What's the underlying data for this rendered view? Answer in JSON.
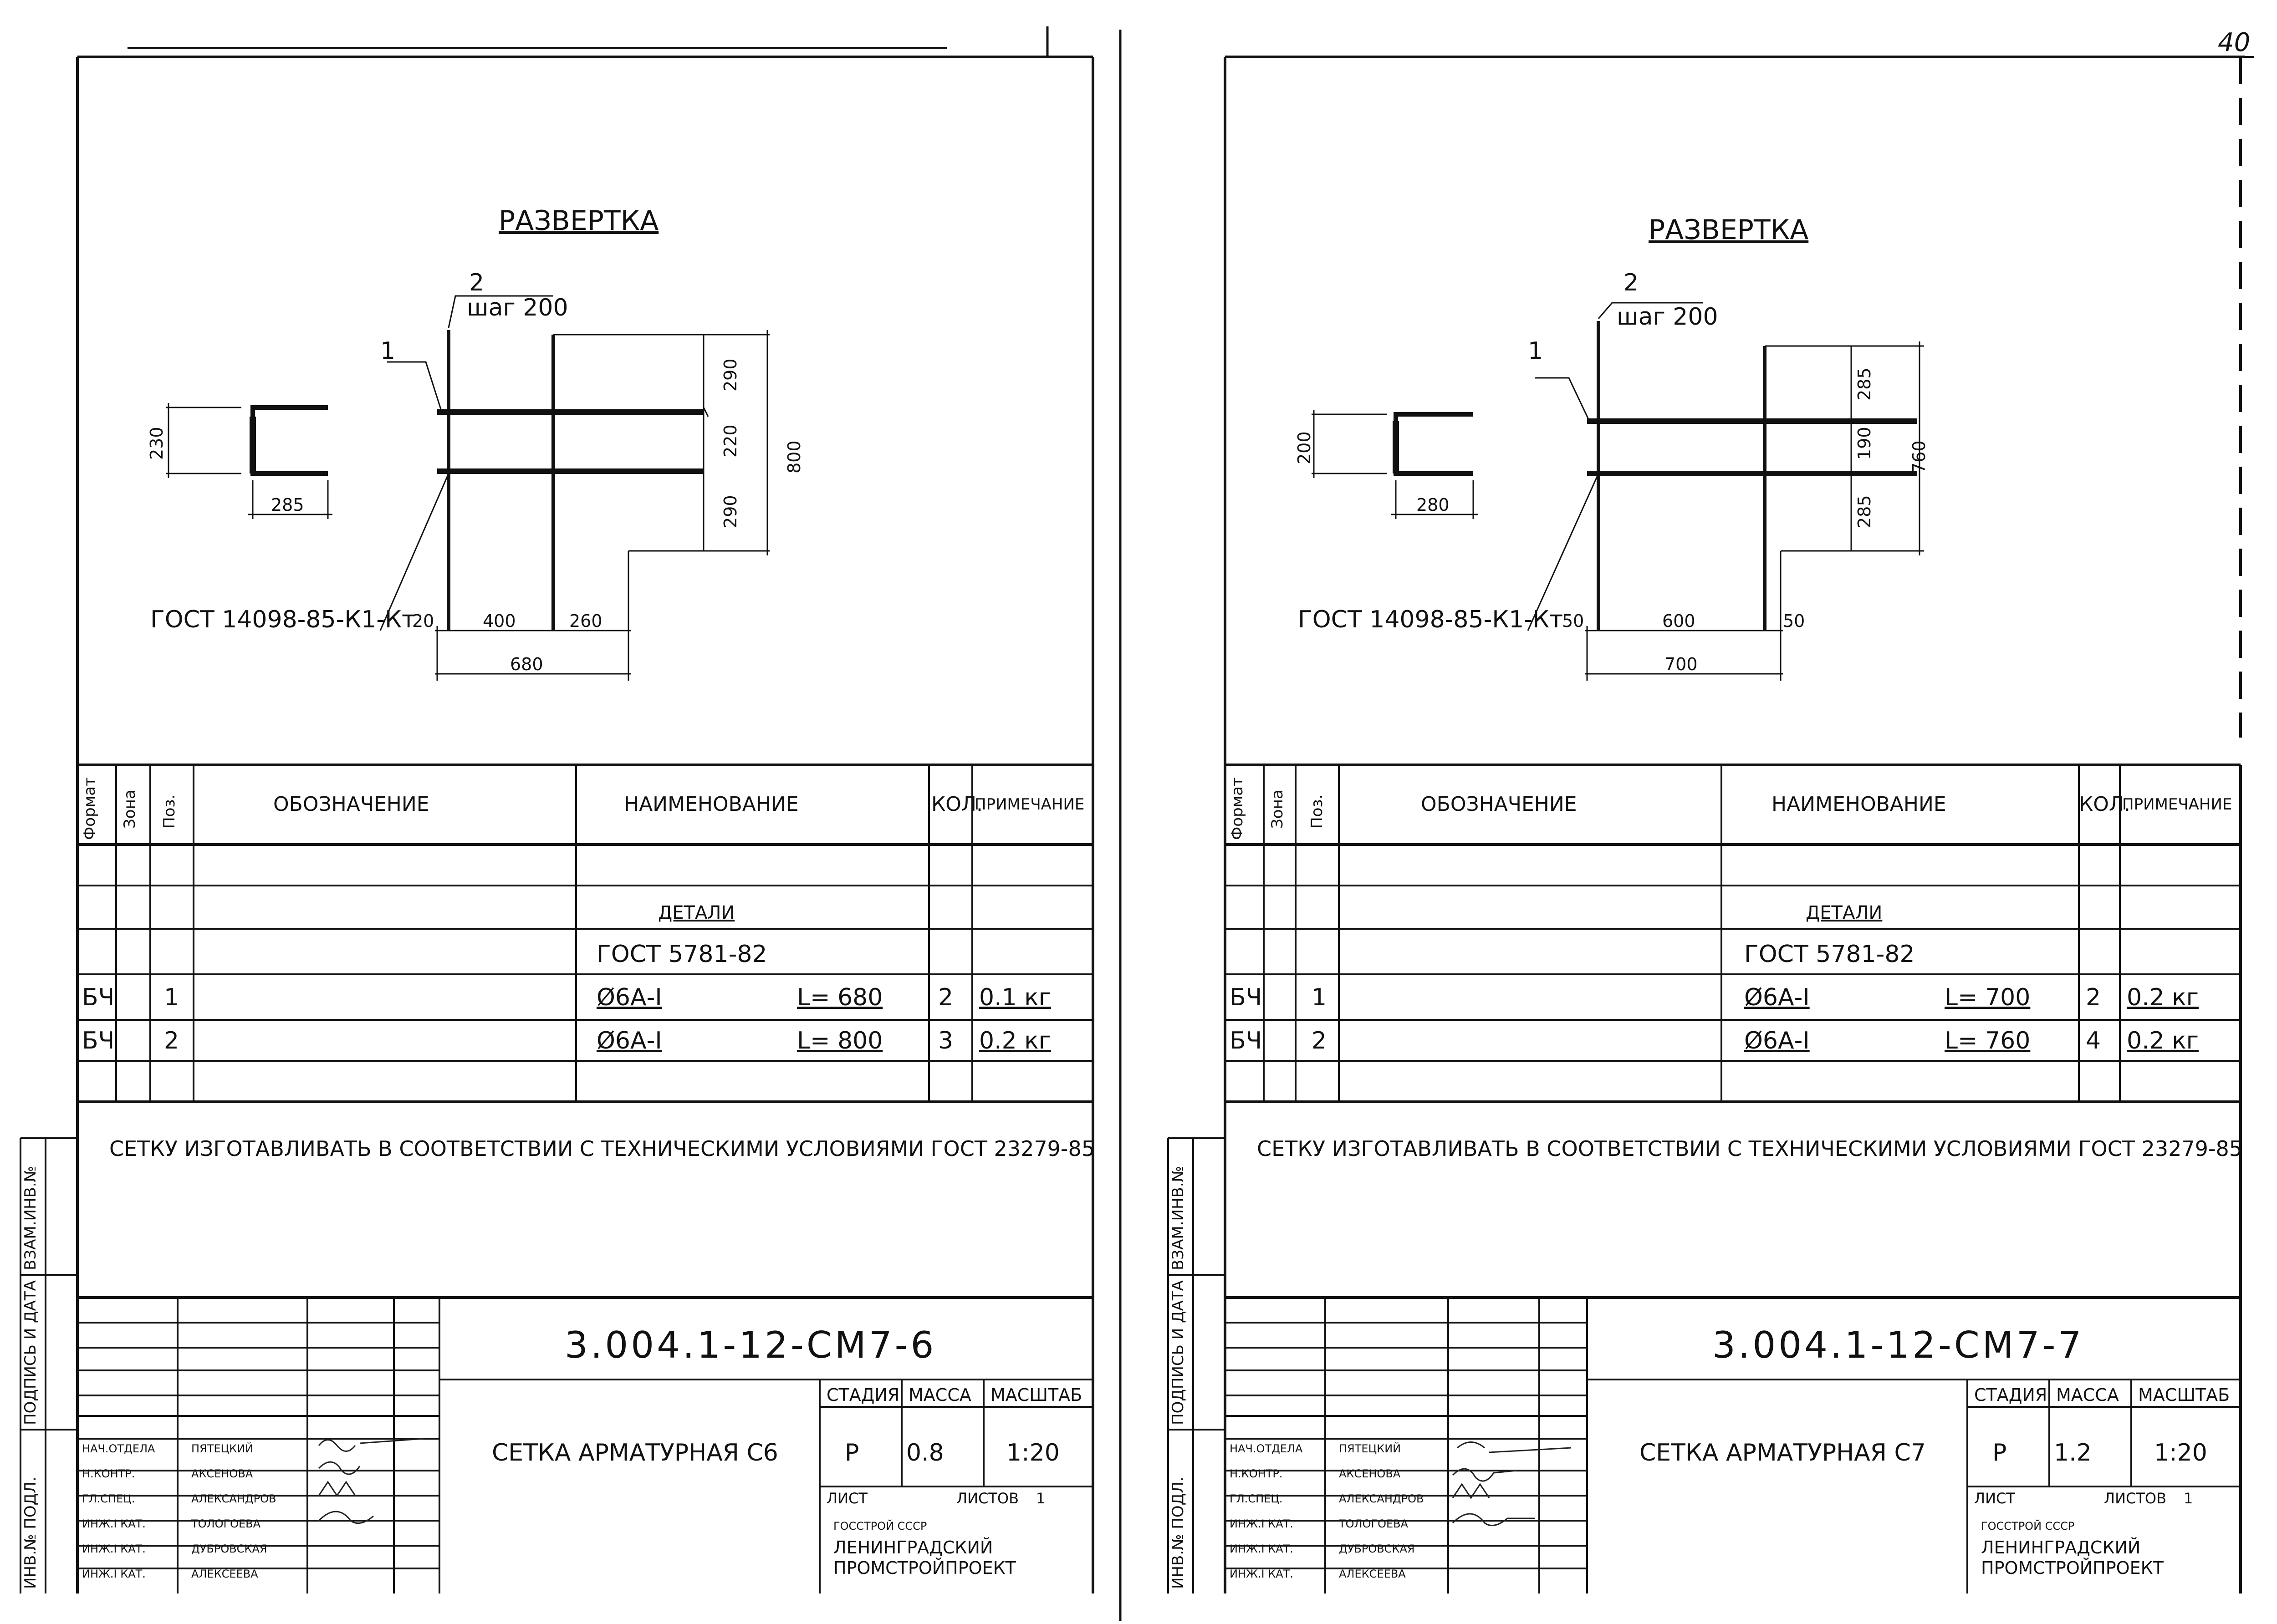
{
  "page_number": "40",
  "colors": {
    "ink": "#111111",
    "paper": "#ffffff"
  },
  "side_stamp": {
    "vzam": "Взам.инв.№",
    "podpis": "Подпись и дата",
    "inv_podl": "Инв.№ подл."
  },
  "sheets": [
    {
      "title": "Развертка",
      "pos1": "1",
      "pos2": "2",
      "step": "шаг 200",
      "gost_label": "ГОСТ 14098-85-К1-Кт",
      "dim_end_h": "230",
      "dim_end_w": "285",
      "dim_v1": "290",
      "dim_v2": "220",
      "dim_v3": "290",
      "dim_total_v": "800",
      "dim_h1": "20",
      "dim_h2": "400",
      "dim_h3": "260",
      "dim_total_h": "680",
      "spec_headers": {
        "format": "Формат",
        "zone": "Зона",
        "pos": "Поз.",
        "designation": "Обозначение",
        "name": "Наименование",
        "qty": "Кол.",
        "note": "Примечание"
      },
      "section": "Детали",
      "standard": "ГОСТ 5781-82",
      "rows": [
        {
          "format": "БЧ",
          "pos": "1",
          "name": "Ø6А-I",
          "length": "L= 680",
          "qty": "2",
          "note": "0.1 кг"
        },
        {
          "format": "БЧ",
          "pos": "2",
          "name": "Ø6А-I",
          "length": "L= 800",
          "qty": "3",
          "note": "0.2 кг"
        }
      ],
      "note_text": "Сетку изготавливать в соответствии с техническими условиями ГОСТ 23279-85",
      "doc_code": "3.004.1-12-СМ7-6",
      "stage_header": "Стадия",
      "mass_header": "Масса",
      "scale_header": "Масштаб",
      "product_name": "Сетка арматурная С6",
      "stage": "Р",
      "mass": "0.8",
      "scale": "1:20",
      "sheet_label": "Лист",
      "sheets_label": "Листов",
      "sheets_count": "1",
      "org_line1": "ГОССТРОЙ СССР",
      "org_line2": "ЛЕНИНГРАДСКИЙ",
      "org_line3": "ПРОМСТРОЙПРОЕКТ",
      "staff": [
        {
          "role": "НАЧ.ОТДЕЛА",
          "name": "ПЯТЕЦКИЙ"
        },
        {
          "role": "Н.КОНТР.",
          "name": "АКСЕНОВА"
        },
        {
          "role": "ГЛ.СПЕЦ.",
          "name": "АЛЕКСАНДРОВ"
        },
        {
          "role": "ИНЖ.I КАТ.",
          "name": "ТОЛОГОЕВА"
        },
        {
          "role": "ИНЖ.I КАТ.",
          "name": "ДУБРОВСКАЯ"
        },
        {
          "role": "ИНЖ.I КАТ.",
          "name": "АЛЕКСЕЕВА"
        }
      ]
    },
    {
      "title": "Развертка",
      "pos1": "1",
      "pos2": "2",
      "step": "шаг 200",
      "gost_label": "ГОСТ 14098-85-К1-Кт",
      "dim_end_h": "200",
      "dim_end_w": "280",
      "dim_v1": "285",
      "dim_v2": "190",
      "dim_v3": "285",
      "dim_total_v": "760",
      "dim_h1": "50",
      "dim_h2": "600",
      "dim_h3": "50",
      "dim_total_h": "700",
      "spec_headers": {
        "format": "Формат",
        "zone": "Зона",
        "pos": "Поз.",
        "designation": "Обозначение",
        "name": "Наименование",
        "qty": "Кол.",
        "note": "Примечание"
      },
      "section": "Детали",
      "standard": "ГОСТ 5781-82",
      "rows": [
        {
          "format": "БЧ",
          "pos": "1",
          "name": "Ø6А-I",
          "length": "L= 700",
          "qty": "2",
          "note": "0.2 кг"
        },
        {
          "format": "БЧ",
          "pos": "2",
          "name": "Ø6А-I",
          "length": "L= 760",
          "qty": "4",
          "note": "0.2 кг"
        }
      ],
      "note_text": "Сетку изготавливать в соответствии с техническими условиями ГОСТ 23279-85",
      "doc_code": "3.004.1-12-СМ7-7",
      "stage_header": "Стадия",
      "mass_header": "Масса",
      "scale_header": "Масштаб",
      "product_name": "Сетка арматурная С7",
      "stage": "Р",
      "mass": "1.2",
      "scale": "1:20",
      "sheet_label": "Лист",
      "sheets_label": "Листов",
      "sheets_count": "1",
      "org_line1": "ГОССТРОЙ СССР",
      "org_line2": "ЛЕНИНГРАДСКИЙ",
      "org_line3": "ПРОМСТРОЙПРОЕКТ",
      "staff": [
        {
          "role": "НАЧ.ОТДЕЛА",
          "name": "ПЯТЕЦКИЙ"
        },
        {
          "role": "Н.КОНТР.",
          "name": "АКСЕНОВА"
        },
        {
          "role": "ГЛ.СПЕЦ.",
          "name": "АЛЕКСАНДРОВ"
        },
        {
          "role": "ИНЖ.I КАТ.",
          "name": "ТОЛОГОЕВА"
        },
        {
          "role": "ИНЖ.I КАТ.",
          "name": "ДУБРОВСКАЯ"
        },
        {
          "role": "ИНЖ.I КАТ.",
          "name": "АЛЕКСЕЕВА"
        }
      ]
    }
  ]
}
